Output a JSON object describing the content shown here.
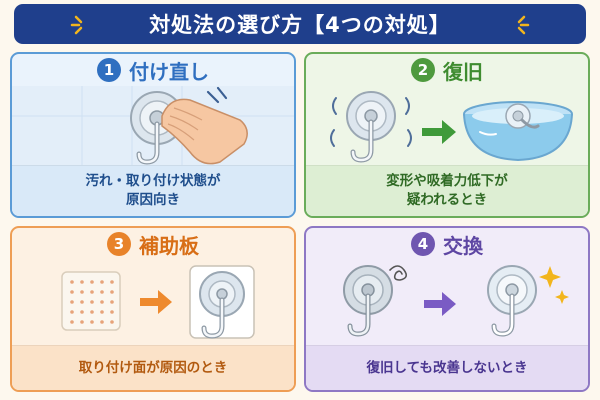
{
  "header": {
    "title": "対処法の選び方【4つの対処】"
  },
  "cards": [
    {
      "number": "1",
      "title": "付け直し",
      "caption_lines": [
        "汚れ・取り付け状態が",
        "原因向き"
      ]
    },
    {
      "number": "2",
      "title": "復旧",
      "caption_lines": [
        "変形や吸着力低下が",
        "疑われるとき"
      ]
    },
    {
      "number": "3",
      "title": "補助板",
      "caption_lines": [
        "取り付け面が原因のとき"
      ]
    },
    {
      "number": "4",
      "title": "交換",
      "caption_lines": [
        "復旧しても改善しないとき"
      ]
    }
  ],
  "colors": {
    "header_bg": "#1f3f8c",
    "card1": "#5b9bd6",
    "card2": "#6aac5a",
    "card3": "#ee9e55",
    "card4": "#8e78c4",
    "spark": "#f2b51d"
  }
}
